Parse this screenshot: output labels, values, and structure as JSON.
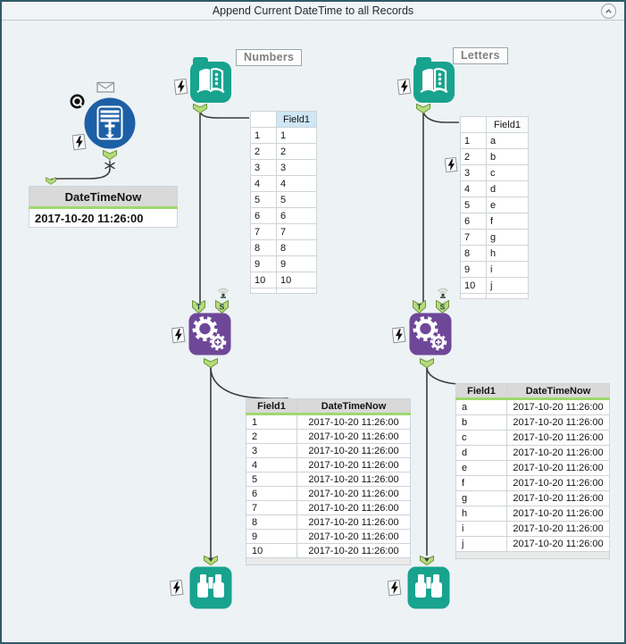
{
  "window": {
    "title": "Append Current DateTime to all Records",
    "collapse_button_icon": "chevron-up-icon"
  },
  "colors": {
    "teal": "#18A38E",
    "purple": "#6F4799",
    "blue": "#1D5FA6",
    "anchor_green": "#B5DC78",
    "anchor_border_green": "#6C9440",
    "canvas_background": "#EDF2F5",
    "table_header_gray": "#D9D9D9",
    "green_underline": "#9ED96C",
    "selected_header_blue": "#CFE6F5",
    "wire": "#3D3D3D"
  },
  "tools": {
    "numbers_input": {
      "label": "Numbers",
      "icon": "input-data-icon"
    },
    "letters_input": {
      "label": "Letters",
      "icon": "input-data-icon"
    },
    "datetime_now": {
      "icon": "datetime-now-icon"
    },
    "append_numbers": {
      "icon": "append-fields-icon",
      "target_anchor": "T",
      "source_anchor": "S"
    },
    "append_letters": {
      "icon": "append-fields-icon",
      "target_anchor": "T",
      "source_anchor": "S"
    },
    "browse_numbers": {
      "icon": "browse-icon"
    },
    "browse_letters": {
      "icon": "browse-icon"
    }
  },
  "tables": {
    "datetime_preview": {
      "headers": [
        "DateTimeNow"
      ],
      "rows": [
        [
          "2017-10-20 11:26:00"
        ]
      ]
    },
    "numbers_preview": {
      "headers": [
        "",
        "Field1"
      ],
      "rows": [
        [
          "1",
          "1"
        ],
        [
          "2",
          "2"
        ],
        [
          "3",
          "3"
        ],
        [
          "4",
          "4"
        ],
        [
          "5",
          "5"
        ],
        [
          "6",
          "6"
        ],
        [
          "7",
          "7"
        ],
        [
          "8",
          "8"
        ],
        [
          "9",
          "9"
        ],
        [
          "10",
          "10"
        ]
      ]
    },
    "letters_preview": {
      "headers": [
        "",
        "Field1"
      ],
      "rows": [
        [
          "1",
          "a"
        ],
        [
          "2",
          "b"
        ],
        [
          "3",
          "c"
        ],
        [
          "4",
          "d"
        ],
        [
          "5",
          "e"
        ],
        [
          "6",
          "f"
        ],
        [
          "7",
          "g"
        ],
        [
          "8",
          "h"
        ],
        [
          "9",
          "i"
        ],
        [
          "10",
          "j"
        ]
      ]
    },
    "numbers_result": {
      "headers": [
        "Field1",
        "DateTimeNow"
      ],
      "rows": [
        [
          "1",
          "2017-10-20 11:26:00"
        ],
        [
          "2",
          "2017-10-20 11:26:00"
        ],
        [
          "3",
          "2017-10-20 11:26:00"
        ],
        [
          "4",
          "2017-10-20 11:26:00"
        ],
        [
          "5",
          "2017-10-20 11:26:00"
        ],
        [
          "6",
          "2017-10-20 11:26:00"
        ],
        [
          "7",
          "2017-10-20 11:26:00"
        ],
        [
          "8",
          "2017-10-20 11:26:00"
        ],
        [
          "9",
          "2017-10-20 11:26:00"
        ],
        [
          "10",
          "2017-10-20 11:26:00"
        ]
      ]
    },
    "letters_result": {
      "headers": [
        "Field1",
        "DateTimeNow"
      ],
      "rows": [
        [
          "a",
          "2017-10-20 11:26:00"
        ],
        [
          "b",
          "2017-10-20 11:26:00"
        ],
        [
          "c",
          "2017-10-20 11:26:00"
        ],
        [
          "d",
          "2017-10-20 11:26:00"
        ],
        [
          "e",
          "2017-10-20 11:26:00"
        ],
        [
          "f",
          "2017-10-20 11:26:00"
        ],
        [
          "g",
          "2017-10-20 11:26:00"
        ],
        [
          "h",
          "2017-10-20 11:26:00"
        ],
        [
          "i",
          "2017-10-20 11:26:00"
        ],
        [
          "j",
          "2017-10-20 11:26:00"
        ]
      ]
    }
  }
}
